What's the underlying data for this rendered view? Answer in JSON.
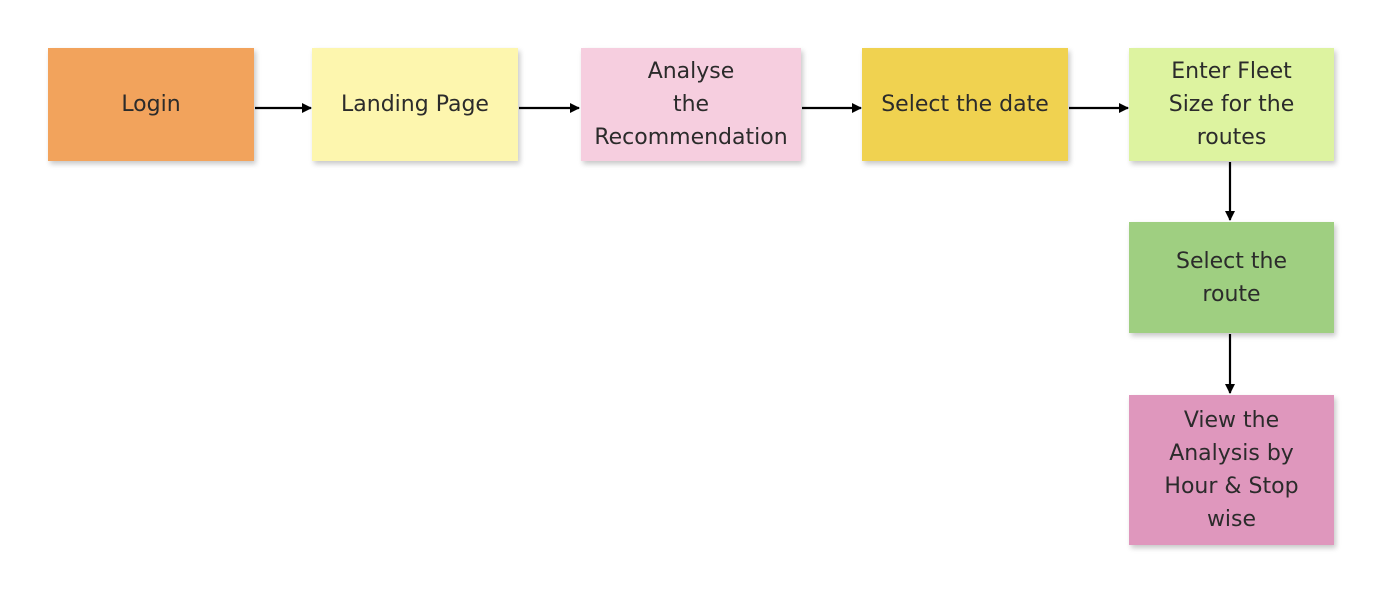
{
  "diagram": {
    "type": "flowchart",
    "nodes": [
      {
        "id": "login",
        "label": "Login",
        "color": "#F2A35C"
      },
      {
        "id": "landing",
        "label": "Landing Page",
        "color": "#FDF6AE"
      },
      {
        "id": "analyse",
        "label": "Analyse the Recommendation",
        "color": "#F6CEDF"
      },
      {
        "id": "date",
        "label": "Select the date",
        "color": "#F0D250"
      },
      {
        "id": "fleet",
        "label": "Enter Fleet Size for the routes",
        "color": "#DDF3A0"
      },
      {
        "id": "route",
        "label": "Select the route",
        "color": "#9FCF81"
      },
      {
        "id": "view",
        "label": "View the Analysis by Hour & Stop wise",
        "color": "#DF97BD"
      }
    ],
    "edges": [
      {
        "from": "login",
        "to": "landing"
      },
      {
        "from": "landing",
        "to": "analyse"
      },
      {
        "from": "analyse",
        "to": "date"
      },
      {
        "from": "date",
        "to": "fleet"
      },
      {
        "from": "fleet",
        "to": "route"
      },
      {
        "from": "route",
        "to": "view"
      }
    ],
    "edge_color": "#000000"
  },
  "labels": {
    "login": [
      "Login"
    ],
    "landing": [
      "Landing Page"
    ],
    "analyse": [
      "Analyse",
      "the",
      "Recommendation"
    ],
    "date": [
      "Select the date"
    ],
    "fleet": [
      "Enter Fleet",
      "Size for the",
      "routes"
    ],
    "route": [
      "Select the",
      "route"
    ],
    "view": [
      "View the",
      "Analysis by",
      "Hour & Stop",
      "wise"
    ]
  }
}
